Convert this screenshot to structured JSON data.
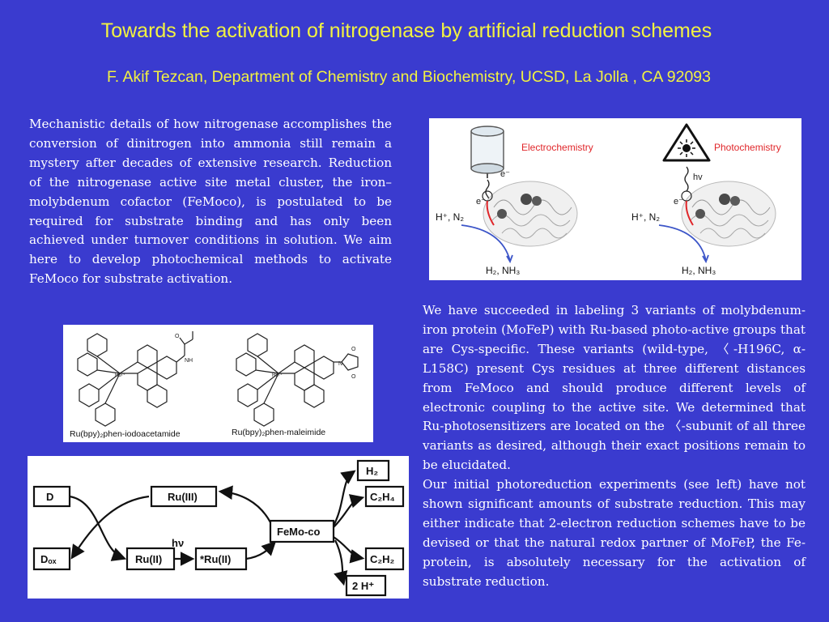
{
  "title": "Towards the activation of nitrogenase by artificial reduction schemes",
  "authors": "F. Akif Tezcan, Department of Chemistry and Biochemistry, UCSD, La Jolla , CA 92093",
  "left_text": "Mechanistic details of how nitrogenase accomplishes the conversion of dinitrogen into ammonia still remain a mystery after decades of extensive research. Reduction of the nitrogenase active site metal cluster, the iron–molybdenum cofactor (FeMoco), is postulated to be required for substrate binding and has only been achieved under turnover conditions in solution. We aim here to develop photochemical methods to activate FeMoco for substrate activation.",
  "right_text_1": "We have succeeded in labeling 3 variants of molybdenum-iron protein (MoFeP)  with Ru-based photo-active groups that are Cys-specific. These variants (wild-type, 〈-H196C, α-L158C) present Cys residues at three different distances from FeMoco and should produce different levels of electronic coupling to the active site. We determined that Ru-photosensitizers are located on the 〈-subunit of all three variants as desired, although their exact positions remain to be elucidated.",
  "right_text_2": "Our initial photoreduction experiments (see left) have not shown significant amounts of substrate reduction. This may either indicate that 2-electron reduction schemes have to be devised or that the natural redox partner of MoFeP, the Fe-protein, is absolutely necessary for the activation of substrate reduction.",
  "photo_panel": {
    "electrochem_label": "Electrochemistry",
    "photochem_label": "Photochemistry",
    "e_minus": "e⁻",
    "hv": "hv",
    "reactants": "H⁺, N₂",
    "products": "H₂, NH₃",
    "accent_red": "#e0262a",
    "accent_blue": "#3c55c8"
  },
  "structures": {
    "left_caption": "Ru(bpy)₂phen-iodoacetamide",
    "right_caption": "Ru(bpy)₂phen-maleimide",
    "ru_label": "Ru²⁺",
    "n_label": "N",
    "nh_label": "NH",
    "o_label": "O"
  },
  "scheme": {
    "d": "D",
    "d_ox": "Dₒₓ",
    "ru3": "Ru(III)",
    "ru2": "Ru(II)",
    "ru2_star": "*Ru(II)",
    "hv": "hν",
    "femoco": "FeMo-co",
    "h2": "H₂",
    "c2h4": "C₂H₄",
    "c2h2": "C₂H₂",
    "two_h": "2 H⁺"
  },
  "colors": {
    "background": "#3a3bcf",
    "title_yellow": "#f2f241",
    "body_text": "#ffffff"
  }
}
